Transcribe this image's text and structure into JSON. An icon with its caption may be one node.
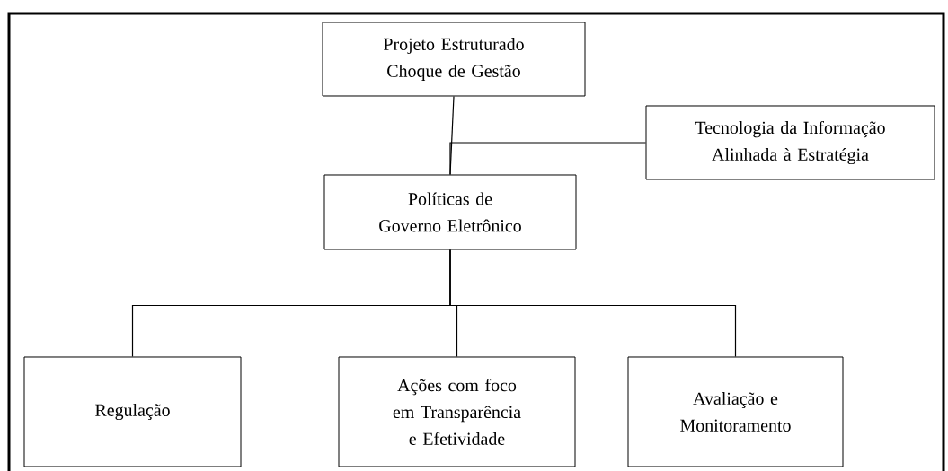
{
  "diagram": {
    "nodes": [
      {
        "text": [
          "Projeto Estruturado Choque de Gestão"
        ]
      },
      {
        "text": [
          "Tecnologia da Informação Alinhada à Estratégia"
        ]
      },
      {
        "text": [
          "Políticas de Governo Eletrônico"
        ]
      },
      {
        "text": [
          "Regulação"
        ]
      },
      {
        "text": [
          "Ações com foco em Transparência e Efetividade"
        ]
      },
      {
        "text": [
          "Avaliação e Monitoramento"
        ]
      }
    ],
    "edges": [
      {
        "from": 0,
        "to": 2,
        "arrow": "none"
      },
      {
        "from": 1,
        "to": 2,
        "arrow": "none"
      },
      {
        "from": 2,
        "to": 3,
        "arrow": "none"
      },
      {
        "from": 2,
        "to": 4,
        "arrow": "none"
      },
      {
        "from": 2,
        "to": 5,
        "arrow": "none"
      }
    ]
  }
}
